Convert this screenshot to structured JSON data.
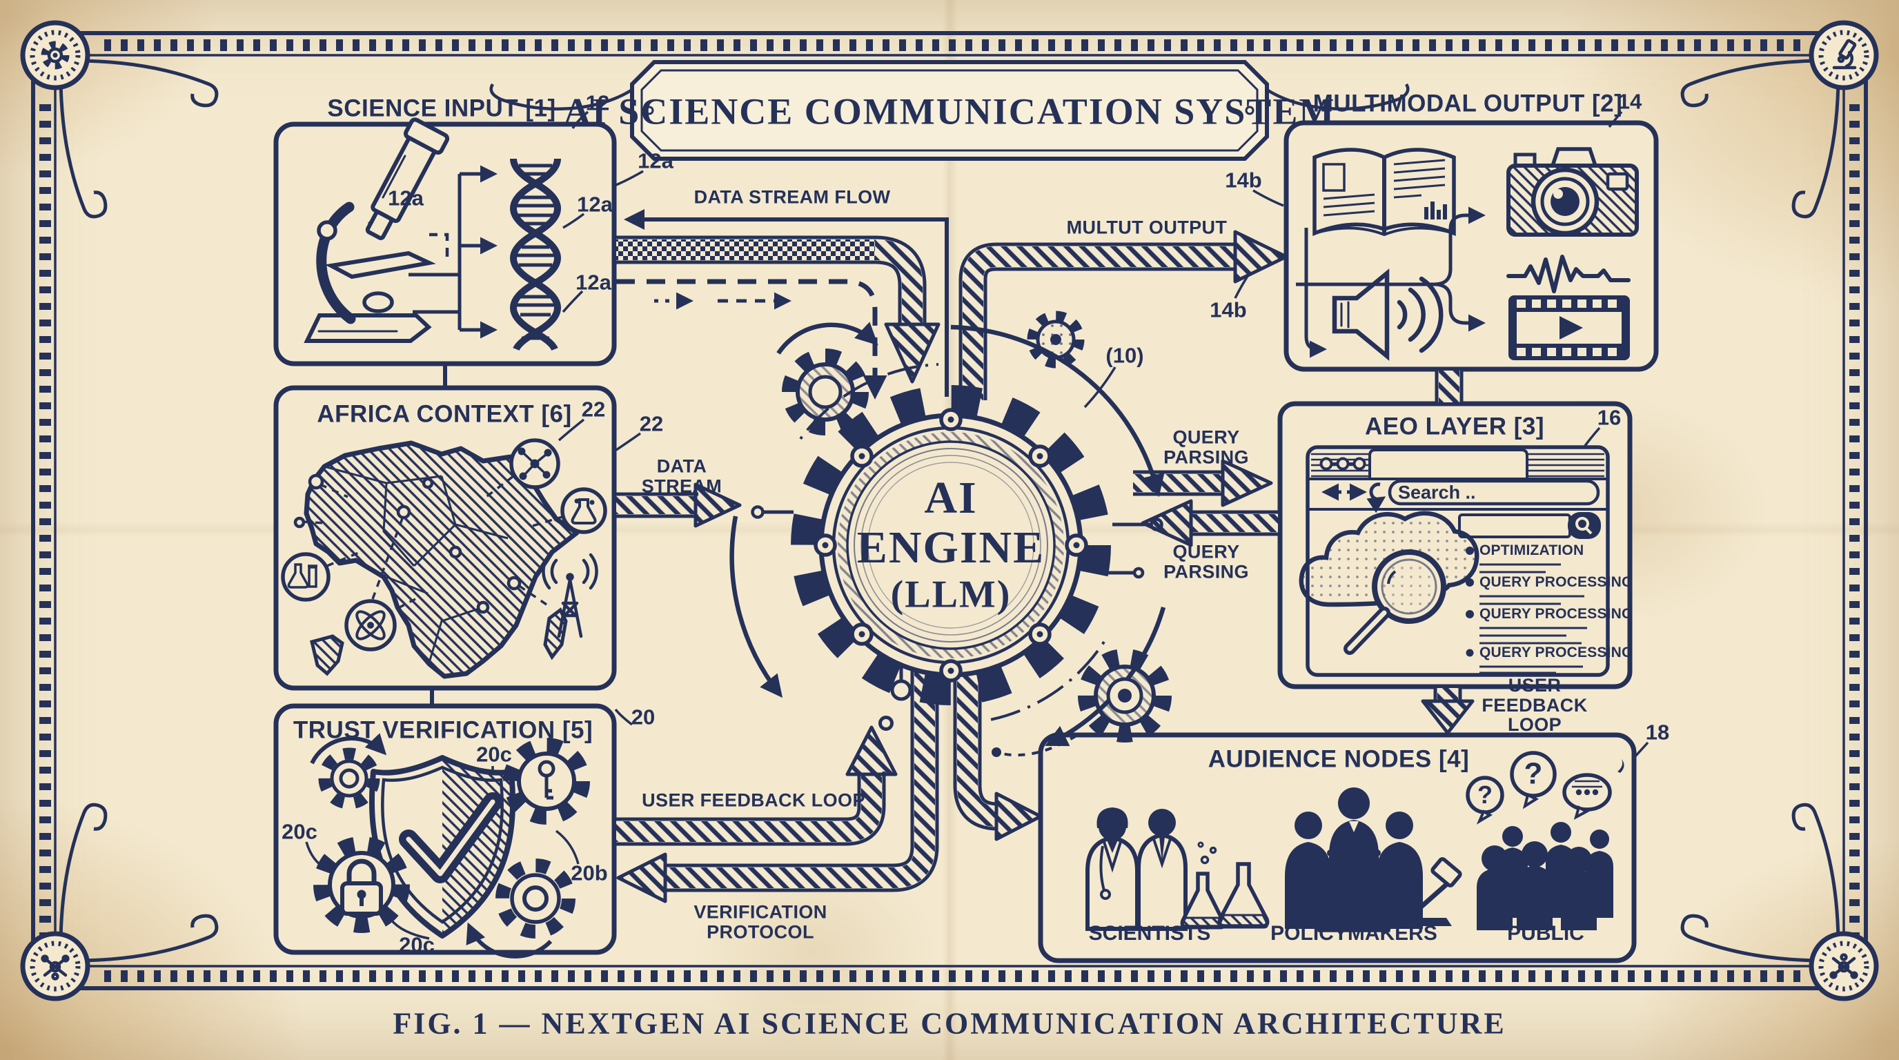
{
  "colors": {
    "ink": "#253159",
    "paper": "#f4e9cf"
  },
  "banner": {
    "title": "AI SCIENCE COMMUNICATION SYSTEM"
  },
  "caption": "FIG. 1 — NEXTGEN AI SCIENCE COMMUNICATION ARCHITECTURE",
  "engine": {
    "line1": "AI",
    "line2": "ENGINE",
    "line3": "(LLM)",
    "ref": "(10)"
  },
  "boxes": {
    "science_input": {
      "title": "SCIENCE INPUT [1]",
      "ref": "12",
      "ref_a_outer": "12a",
      "ref_a_scope": "12a",
      "ref_a_dna_top": "12a",
      "ref_a_dna_mid": "12a"
    },
    "africa_context": {
      "title": "AFRICA CONTEXT [6]",
      "ref_inner": "22",
      "ref_outer": "22"
    },
    "trust_verification": {
      "title": "TRUST VERIFICATION [5]",
      "ref": "20",
      "ref_c_top": "20c",
      "ref_c_left": "20c",
      "ref_c_bottom": "20c",
      "ref_b": "20b"
    },
    "multimodal_output": {
      "title": "MULTIMODAL OUTPUT [2]",
      "ref": "14",
      "ref_b_top": "14b",
      "ref_b_bottom": "14b"
    },
    "aeo_layer": {
      "title": "AEO LAYER [3]",
      "ref": "16",
      "search_placeholder": "Search ..",
      "bullets": [
        "OPTIMIZATION",
        "QUERY PROCESSING",
        "QUERY PROCESSING",
        "QUERY PROCESSING"
      ]
    },
    "audience_nodes": {
      "title": "AUDIENCE NODES [4]",
      "ref": "18",
      "groups": [
        "SCIENTISTS",
        "POLICYMAKERS",
        "PUBLIC"
      ],
      "bubble_q1": "?",
      "bubble_q2": "?"
    }
  },
  "flows": {
    "data_stream_flow": "DATA STREAM FLOW",
    "multut_output": "MULTUT OUTPUT",
    "data_stream": "DATA STREAM",
    "query_parsing_top": "QUERY PARSING",
    "query_parsing_bottom": "QUERY PARSING",
    "user_feedback_left": "USER FEEDBACK LOOP",
    "verification_protocol": "VERIFICATION PROTOCOL",
    "user_feedback_right": "USER FEEDBACK LOOP"
  }
}
